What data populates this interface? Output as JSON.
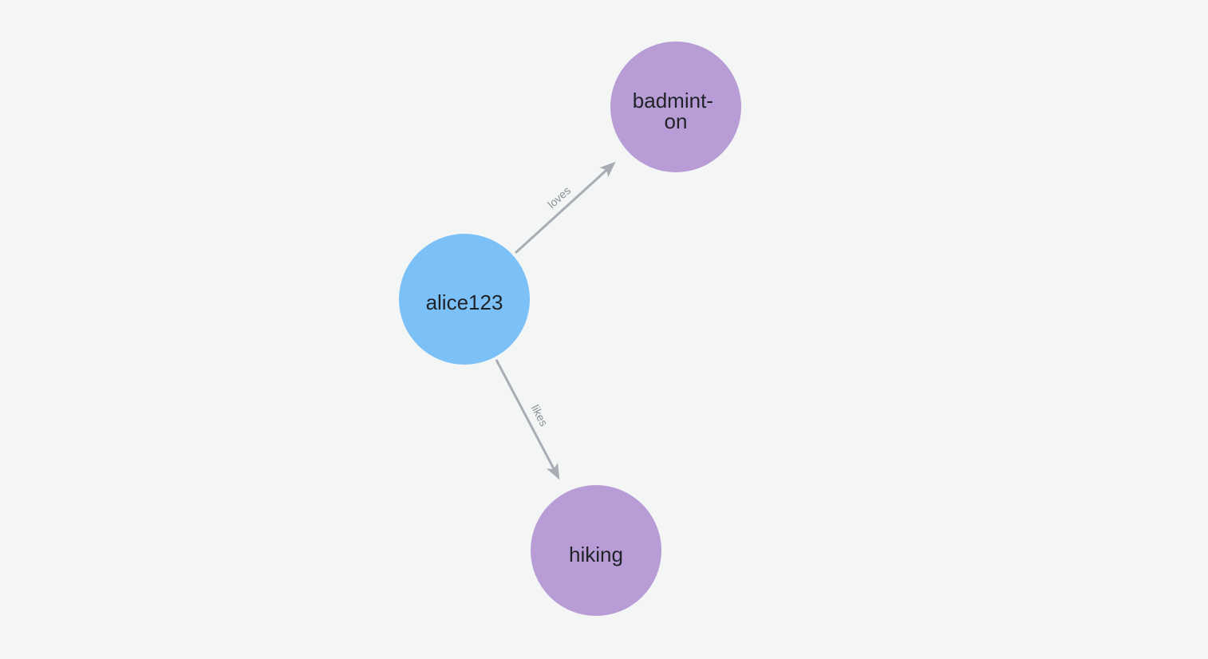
{
  "canvas": {
    "background": "#f4f6f5"
  },
  "graph": {
    "edge_color": "#a9acb4",
    "edge_label_color": "#8b8e95",
    "node_text_color": "#1f2328",
    "nodes": [
      {
        "label": "alice123",
        "color": "#7cc0f8"
      },
      {
        "label_lines": [
          "badmint-",
          "on"
        ],
        "color": "#b89cd6"
      },
      {
        "label": "hiking",
        "color": "#b89cd6"
      }
    ],
    "edges": [
      {
        "label": "loves"
      },
      {
        "label": "likes"
      }
    ]
  }
}
